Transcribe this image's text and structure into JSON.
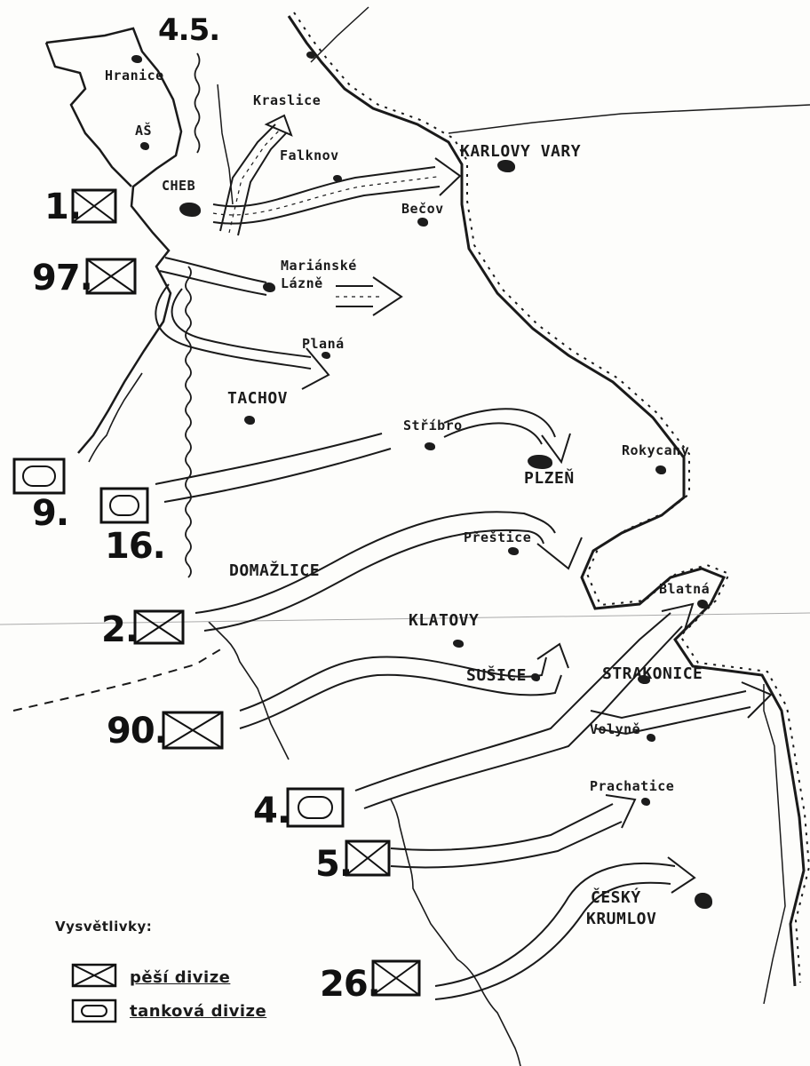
{
  "map": {
    "top_number": "4.5.",
    "cities": {
      "hranice": "Hranice",
      "as": "AŠ",
      "kraslice": "Kraslice",
      "falknov": "Falknov",
      "cheb": "CHEB",
      "karlovy_vary": "KARLOVY VARY",
      "becov": "Bečov",
      "marianske_1": "Mariánské",
      "marianske_2": "Lázně",
      "plana": "Planá",
      "tachov": "TACHOV",
      "stribro": "Stříbro",
      "plzen": "PLZEŇ",
      "rokycany": "Rokycany",
      "prestice": "Přeštice",
      "domazlice": "DOMAŽLICE",
      "klatovy": "KLATOVY",
      "blatna": "Blatná",
      "susice": "SUŠICE",
      "strakonice": "STRAKONICE",
      "volyne": "Volyně",
      "prachatice": "Prachatice",
      "cesky_krumlov_1": "ČESKÝ",
      "cesky_krumlov_2": "KRUMLOV"
    },
    "divisions": {
      "d1": "1.",
      "d97": "97.",
      "d9": "9.",
      "d16": "16.",
      "d2": "2.",
      "d90": "90.",
      "d4": "4.",
      "d5": "5.",
      "d26": "26."
    },
    "legend": {
      "title": "Vysvětlivky:",
      "infantry": "pěší divize",
      "tank": "tanková divize"
    }
  }
}
